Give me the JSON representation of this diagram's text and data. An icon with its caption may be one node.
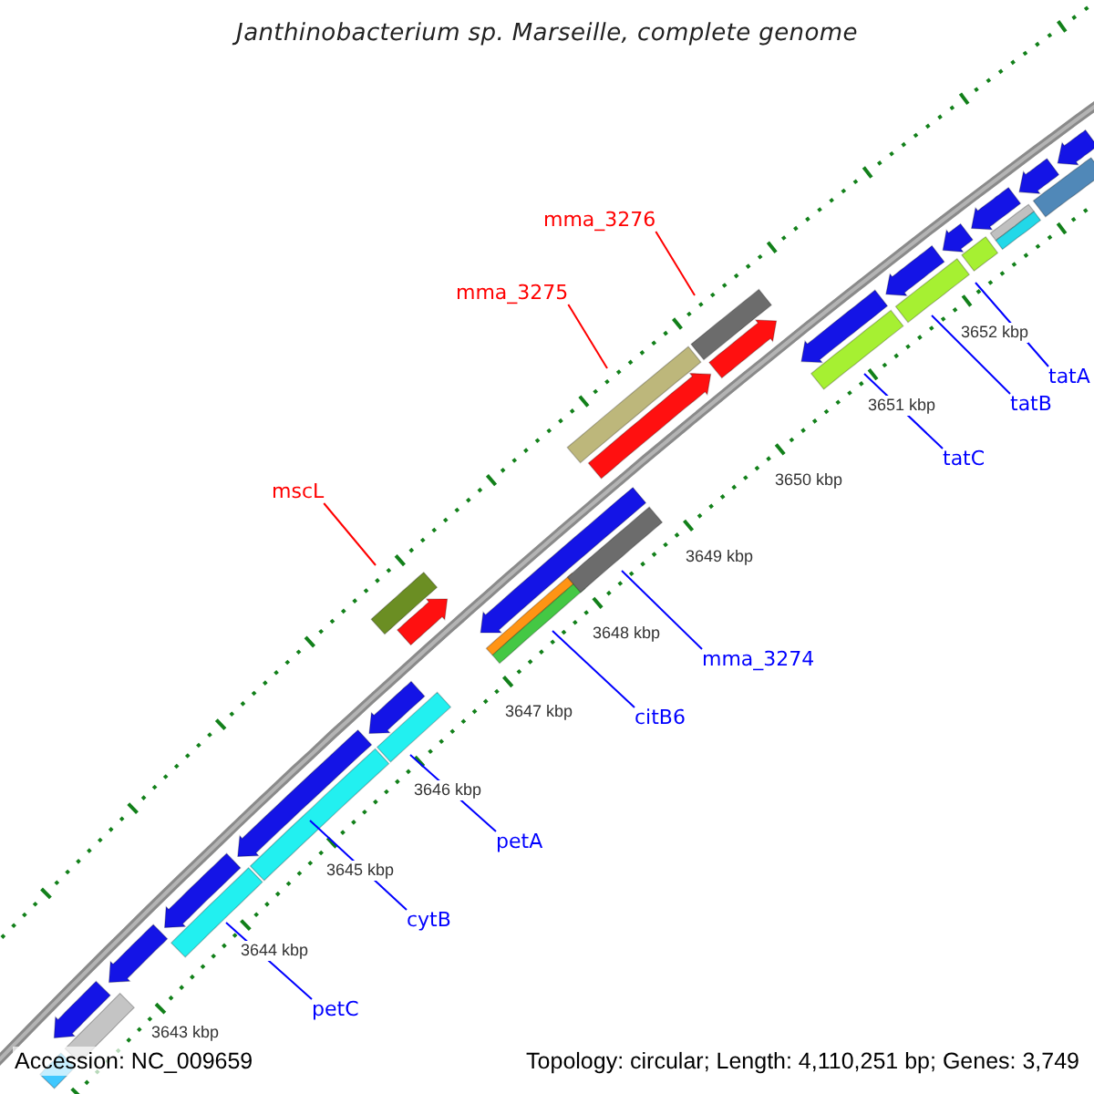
{
  "diagram": {
    "title": "Janthinobacterium sp. Marseille, complete genome",
    "nodes": [
      {
        "text": [
          "mma_3276"
        ]
      },
      {
        "text": [
          "mma_3275"
        ]
      },
      {
        "text": [
          "tatA"
        ]
      },
      {
        "text": [
          "tatB"
        ]
      },
      {
        "text": [
          "tatC"
        ]
      },
      {
        "text": [
          "mscL"
        ]
      },
      {
        "text": [
          "mma_3274"
        ]
      },
      {
        "text": [
          "citB6"
        ]
      },
      {
        "text": [
          "petA"
        ]
      },
      {
        "text": [
          "cytB"
        ]
      },
      {
        "text": [
          "petC"
        ]
      }
    ],
    "edges": [
      {
        "from": 0,
        "to": null,
        "arrow": "none",
        "color": "#ff0000"
      },
      {
        "from": 1,
        "to": null,
        "arrow": "none",
        "color": "#ff0000"
      },
      {
        "from": 2,
        "to": null,
        "arrow": "none"
      },
      {
        "from": 3,
        "to": null,
        "arrow": "none"
      },
      {
        "from": 4,
        "to": null,
        "arrow": "none"
      },
      {
        "from": 5,
        "to": null,
        "arrow": "none",
        "color": "#ff0000"
      },
      {
        "from": 6,
        "to": null,
        "arrow": "none"
      },
      {
        "from": 7,
        "to": null,
        "arrow": "none"
      },
      {
        "from": 8,
        "to": null,
        "arrow": "none"
      },
      {
        "from": 9,
        "to": null,
        "arrow": "none"
      },
      {
        "from": 10,
        "to": null,
        "arrow": "none"
      }
    ],
    "labels": [
      "3652 kbp",
      "3651 kbp",
      "3650 kbp",
      "3649 kbp",
      "3648 kbp",
      "3647 kbp",
      "3646 kbp",
      "3645 kbp",
      "3644 kbp",
      "3643 kbp",
      "Accession: NC_009659",
      "Topology: circular; Length: 4,110,251 bp; Genes: 3,749"
    ]
  }
}
